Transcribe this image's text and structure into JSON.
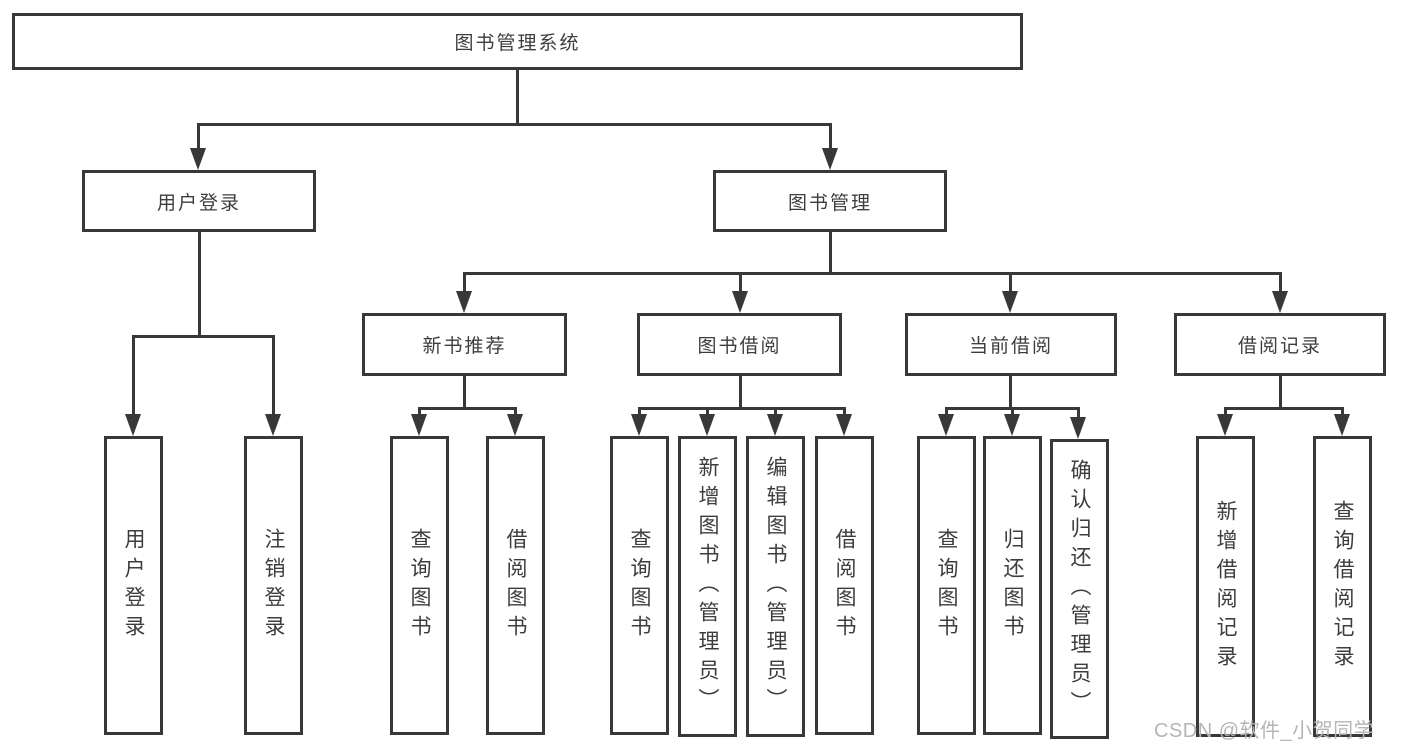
{
  "tree": {
    "root": {
      "label": "图书管理系统"
    },
    "branches": [
      {
        "label": "用户登录",
        "leaves": [
          {
            "label": "用户登录"
          },
          {
            "label": "注销登录"
          }
        ]
      },
      {
        "label": "图书管理",
        "groups": [
          {
            "label": "新书推荐",
            "leaves": [
              {
                "label": "查询图书"
              },
              {
                "label": "借阅图书"
              }
            ]
          },
          {
            "label": "图书借阅",
            "leaves": [
              {
                "label": "查询图书"
              },
              {
                "label": "新增图书（管理员）"
              },
              {
                "label": "编辑图书（管理员）"
              },
              {
                "label": "借阅图书"
              }
            ]
          },
          {
            "label": "当前借阅",
            "leaves": [
              {
                "label": "查询图书"
              },
              {
                "label": "归还图书"
              },
              {
                "label": "确认归还（管理员）"
              }
            ]
          },
          {
            "label": "借阅记录",
            "leaves": [
              {
                "label": "新增借阅记录"
              },
              {
                "label": "查询借阅记录"
              }
            ]
          }
        ]
      }
    ]
  },
  "watermark": {
    "text": "CSDN @软件_小贺同学"
  },
  "colors": {
    "line": "#383838",
    "box_border": "#383838",
    "text": "#3d3d3d",
    "watermark": "#b5b5b8",
    "background": "#ffffff"
  }
}
